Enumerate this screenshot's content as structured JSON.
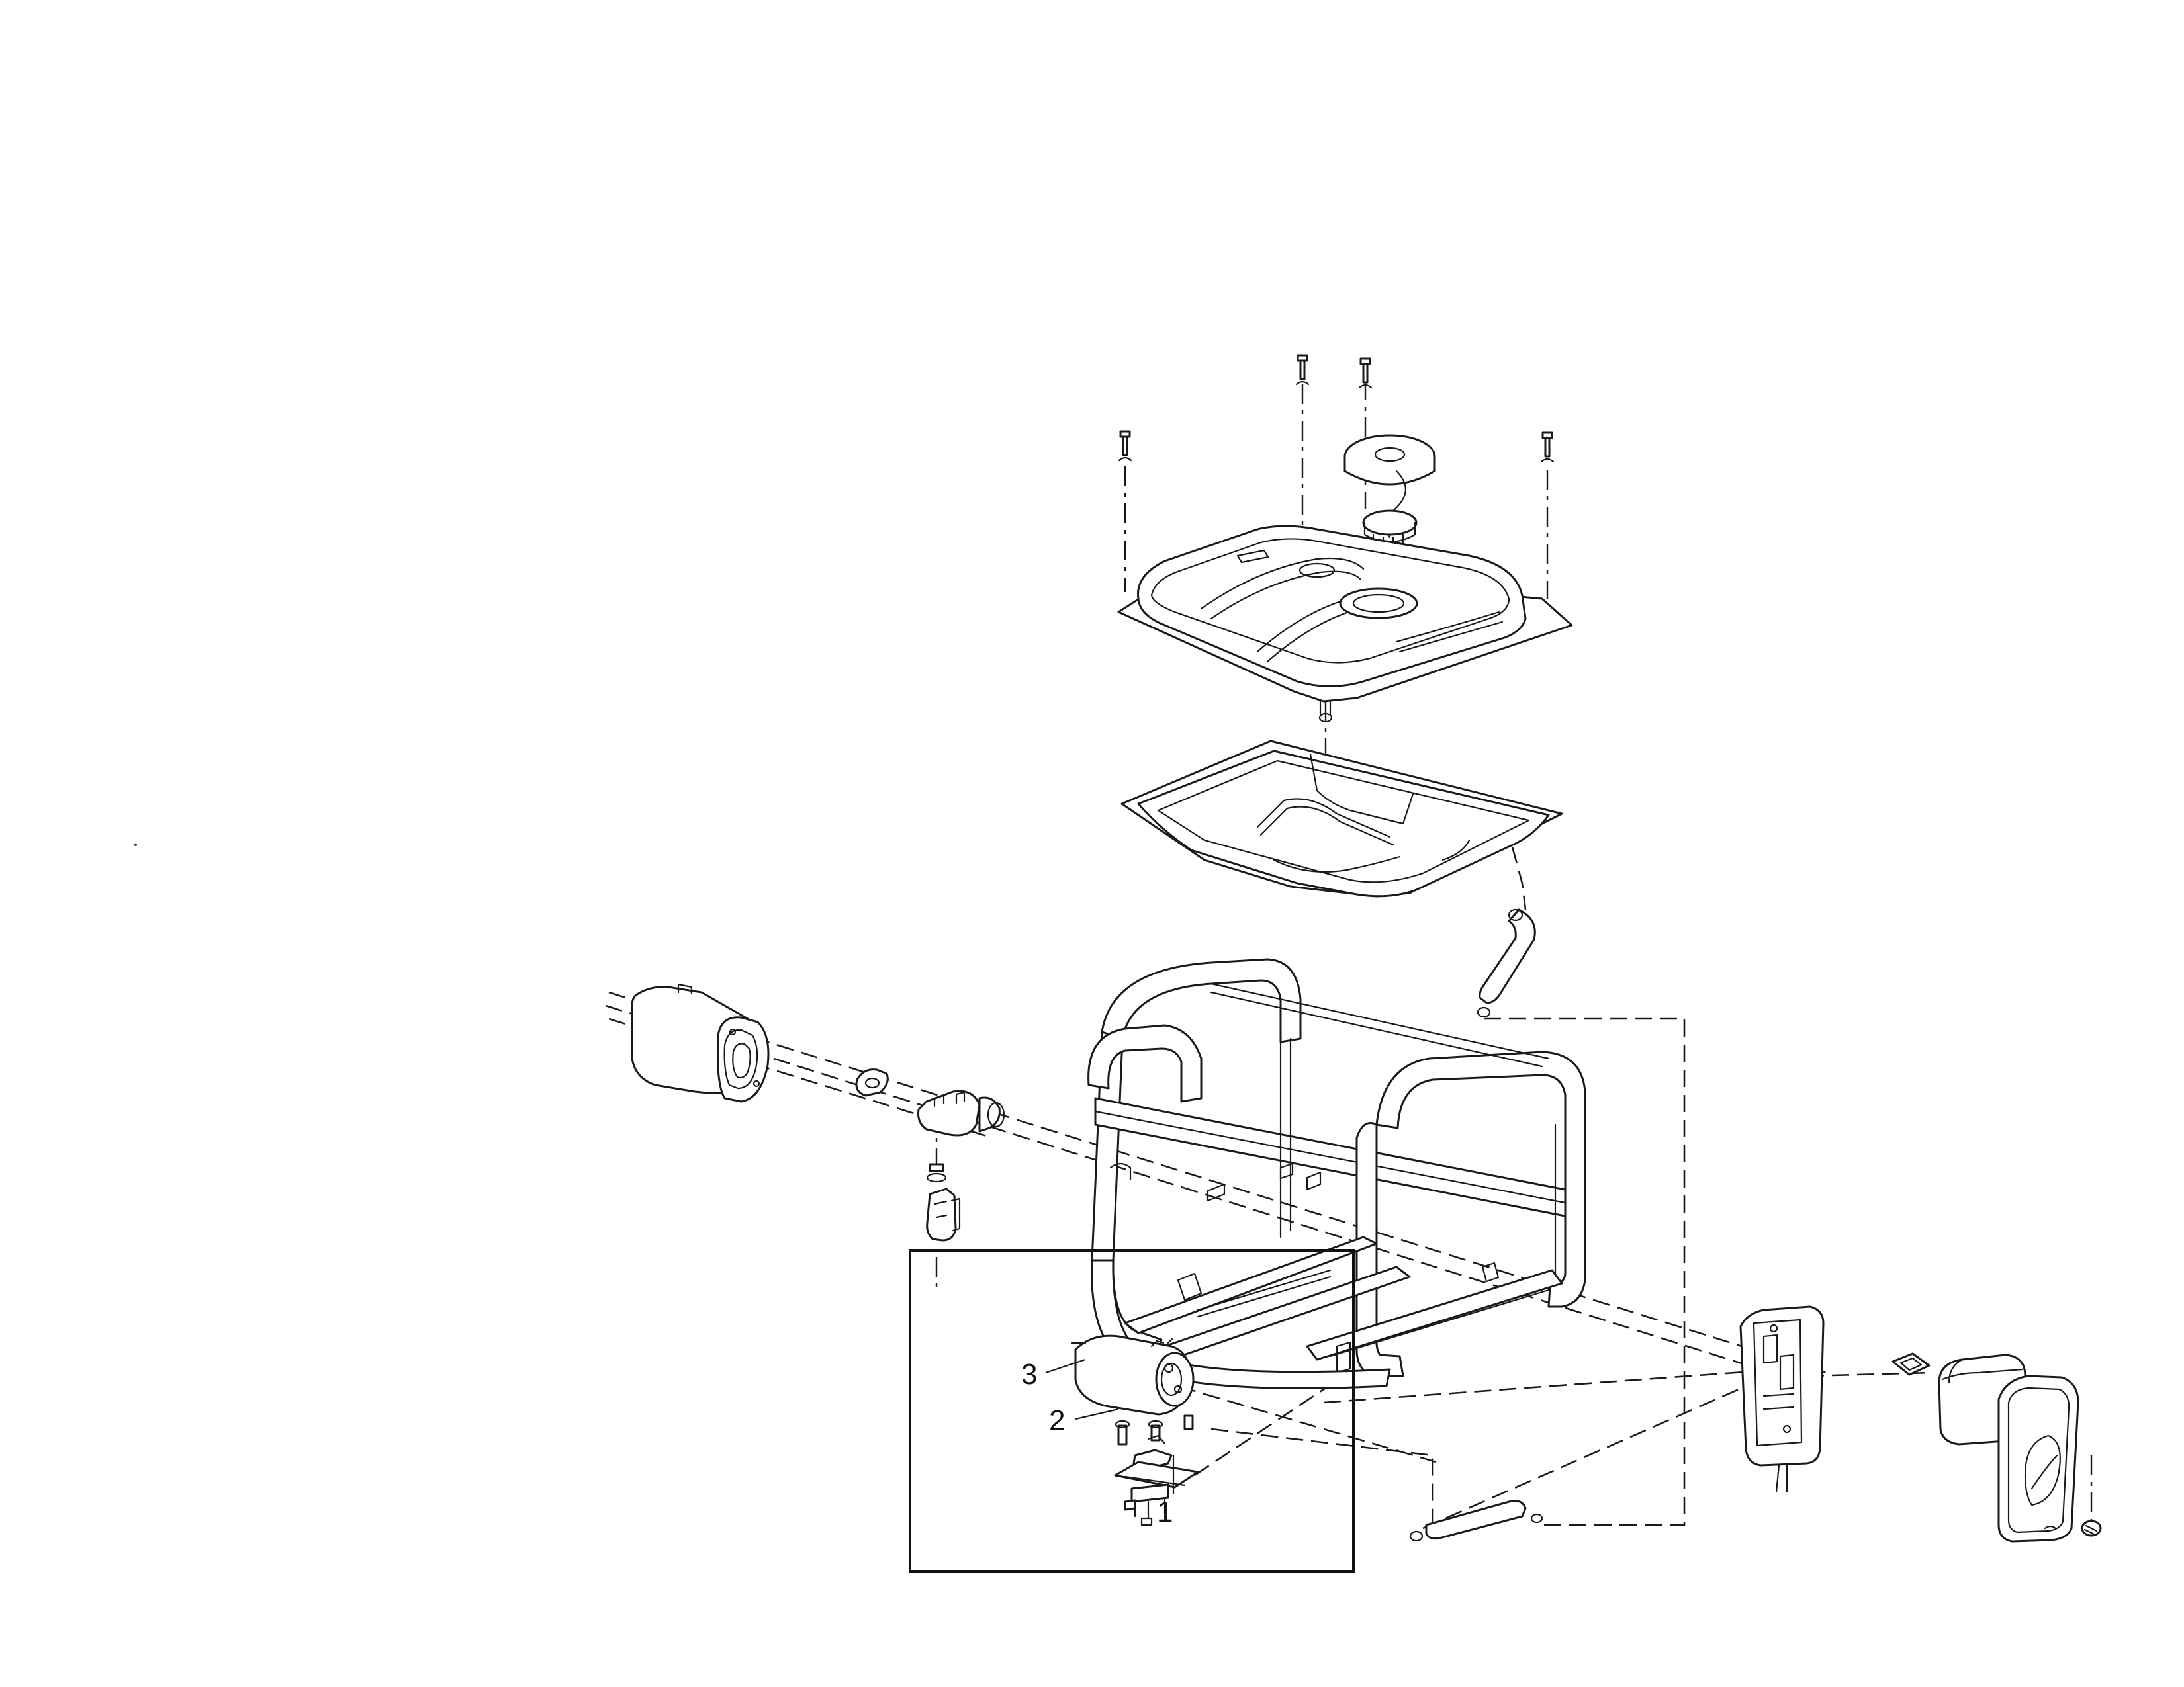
{
  "diagram": {
    "callouts": [
      {
        "id": "1",
        "label": "1"
      },
      {
        "id": "2",
        "label": "2"
      },
      {
        "id": "3",
        "label": "3"
      }
    ],
    "parts": [
      "fuel-tank-cap",
      "fuel-tank",
      "fuel-tank-tray",
      "fuel-line",
      "frame",
      "muffler",
      "exhaust-gasket",
      "exhaust-clamp",
      "battery",
      "battery-tray",
      "battery-clamp",
      "air-cleaner-base",
      "air-cleaner-gasket",
      "air-filter",
      "air-cleaner-cover",
      "cover-knob"
    ]
  }
}
